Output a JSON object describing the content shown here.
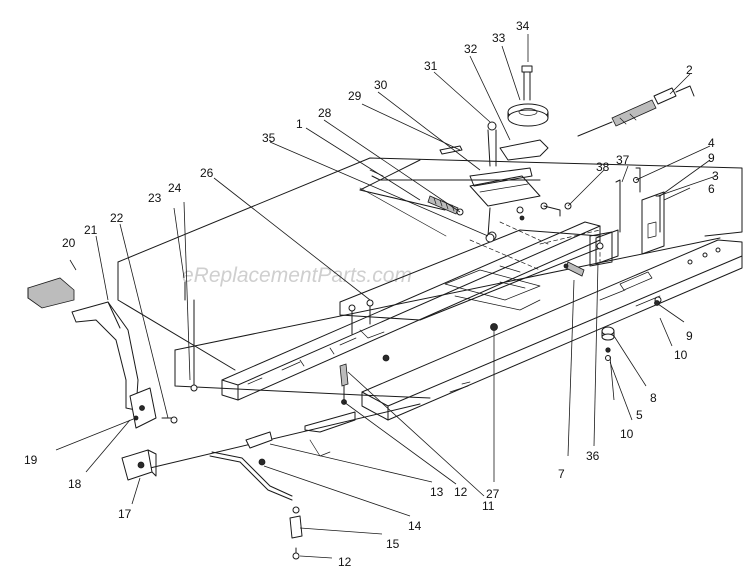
{
  "watermark": "eReplacementParts.com",
  "callouts": [
    "1",
    "2",
    "3",
    "4",
    "5",
    "6",
    "7",
    "8",
    "9",
    "9",
    "10",
    "10",
    "11",
    "12",
    "12",
    "13",
    "14",
    "15",
    "17",
    "18",
    "19",
    "20",
    "21",
    "22",
    "23",
    "24",
    "26",
    "27",
    "28",
    "29",
    "30",
    "31",
    "32",
    "33",
    "34",
    "35",
    "36",
    "37",
    "38"
  ],
  "colors": {
    "ink": "#1a1a1a",
    "watermark": "#cfcfcf",
    "background": "#ffffff"
  }
}
